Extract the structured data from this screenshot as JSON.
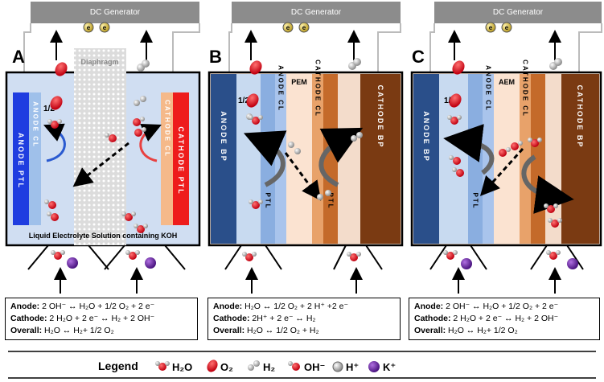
{
  "panels": [
    {
      "letter": "A",
      "generator": "DC Generator",
      "top_label": "Diaphragm",
      "anode_ptl": "ANODE PTL",
      "anode_cl": "ANODE CL",
      "cathode_cl": "CATHODE CL",
      "cathode_ptl": "CATHODE PTL",
      "half": "1/2",
      "bottom_text": "Liquid Electrolyte Solution containing KOH",
      "eq": {
        "anode_label": "Anode:",
        "anode": "2 OH⁻ ↔ H₂O + 1/2 O₂ + 2 e⁻",
        "cathode_label": "Cathode:",
        "cathode": "2 H₂O + 2 e⁻ ↔ H₂ + 2 OH⁻",
        "overall_label": "Overall:",
        "overall": "H₂O ↔ H₂+ 1/2 O₂"
      }
    },
    {
      "letter": "B",
      "generator": "DC Generator",
      "membrane": "PEM",
      "anode_bp": "ANODE BP",
      "anode_ptl": "PTL",
      "anode_cl": "ANODE CL",
      "cathode_cl": "CATHODE CL",
      "cathode_ptl": "PTL",
      "cathode_bp": "CATHODE BP",
      "half": "1/2",
      "eq": {
        "anode_label": "Anode:",
        "anode": "H₂O ↔ 1/2 O₂ + 2 H⁺ +2 e⁻",
        "cathode_label": "Cathode:",
        "cathode": "2H⁺ + 2 e⁻ ↔ H₂",
        "overall_label": "Overall:",
        "overall": "H₂O ↔ 1/2 O₂ + H₂"
      }
    },
    {
      "letter": "C",
      "generator": "DC Generator",
      "membrane": "AEM",
      "anode_bp": "ANODE BP",
      "anode_ptl": "PTL",
      "anode_cl": "ANODE CL",
      "cathode_cl": "CATHODE CL",
      "cathode_ptl": "PTL",
      "cathode_bp": "CATHODE BP",
      "half": "1/2",
      "eq": {
        "anode_label": "Anode:",
        "anode": "2 OH⁻ ↔ H₂O + 1/2 O₂ + 2 e⁻",
        "cathode_label": "Cathode:",
        "cathode": "2 H₂O + 2 e⁻ ↔ H₂ + 2 OH⁻",
        "overall_label": "Overall:",
        "overall": "H₂O ↔ H₂+ 1/2 O₂"
      }
    }
  ],
  "legend": {
    "title": "Legend",
    "h2o": "H₂O",
    "o2": "O₂",
    "h2": "H₂",
    "oh": "OH⁻",
    "hplus": "H⁺",
    "kplus": "K⁺"
  },
  "colors": {
    "anode_ptl": "#1f3de0",
    "anode_cl": "#9fc0ea",
    "cathode_cl": "#f5b98a",
    "cathode_ptl": "#ee1c1c",
    "anode_bp": "#2a4f8a",
    "cathode_bp": "#7a3a12",
    "pem": "#fbe3d1",
    "generator": "#8c8c8c",
    "o2": "#e8202a",
    "kplus": "#6a2aa0"
  }
}
